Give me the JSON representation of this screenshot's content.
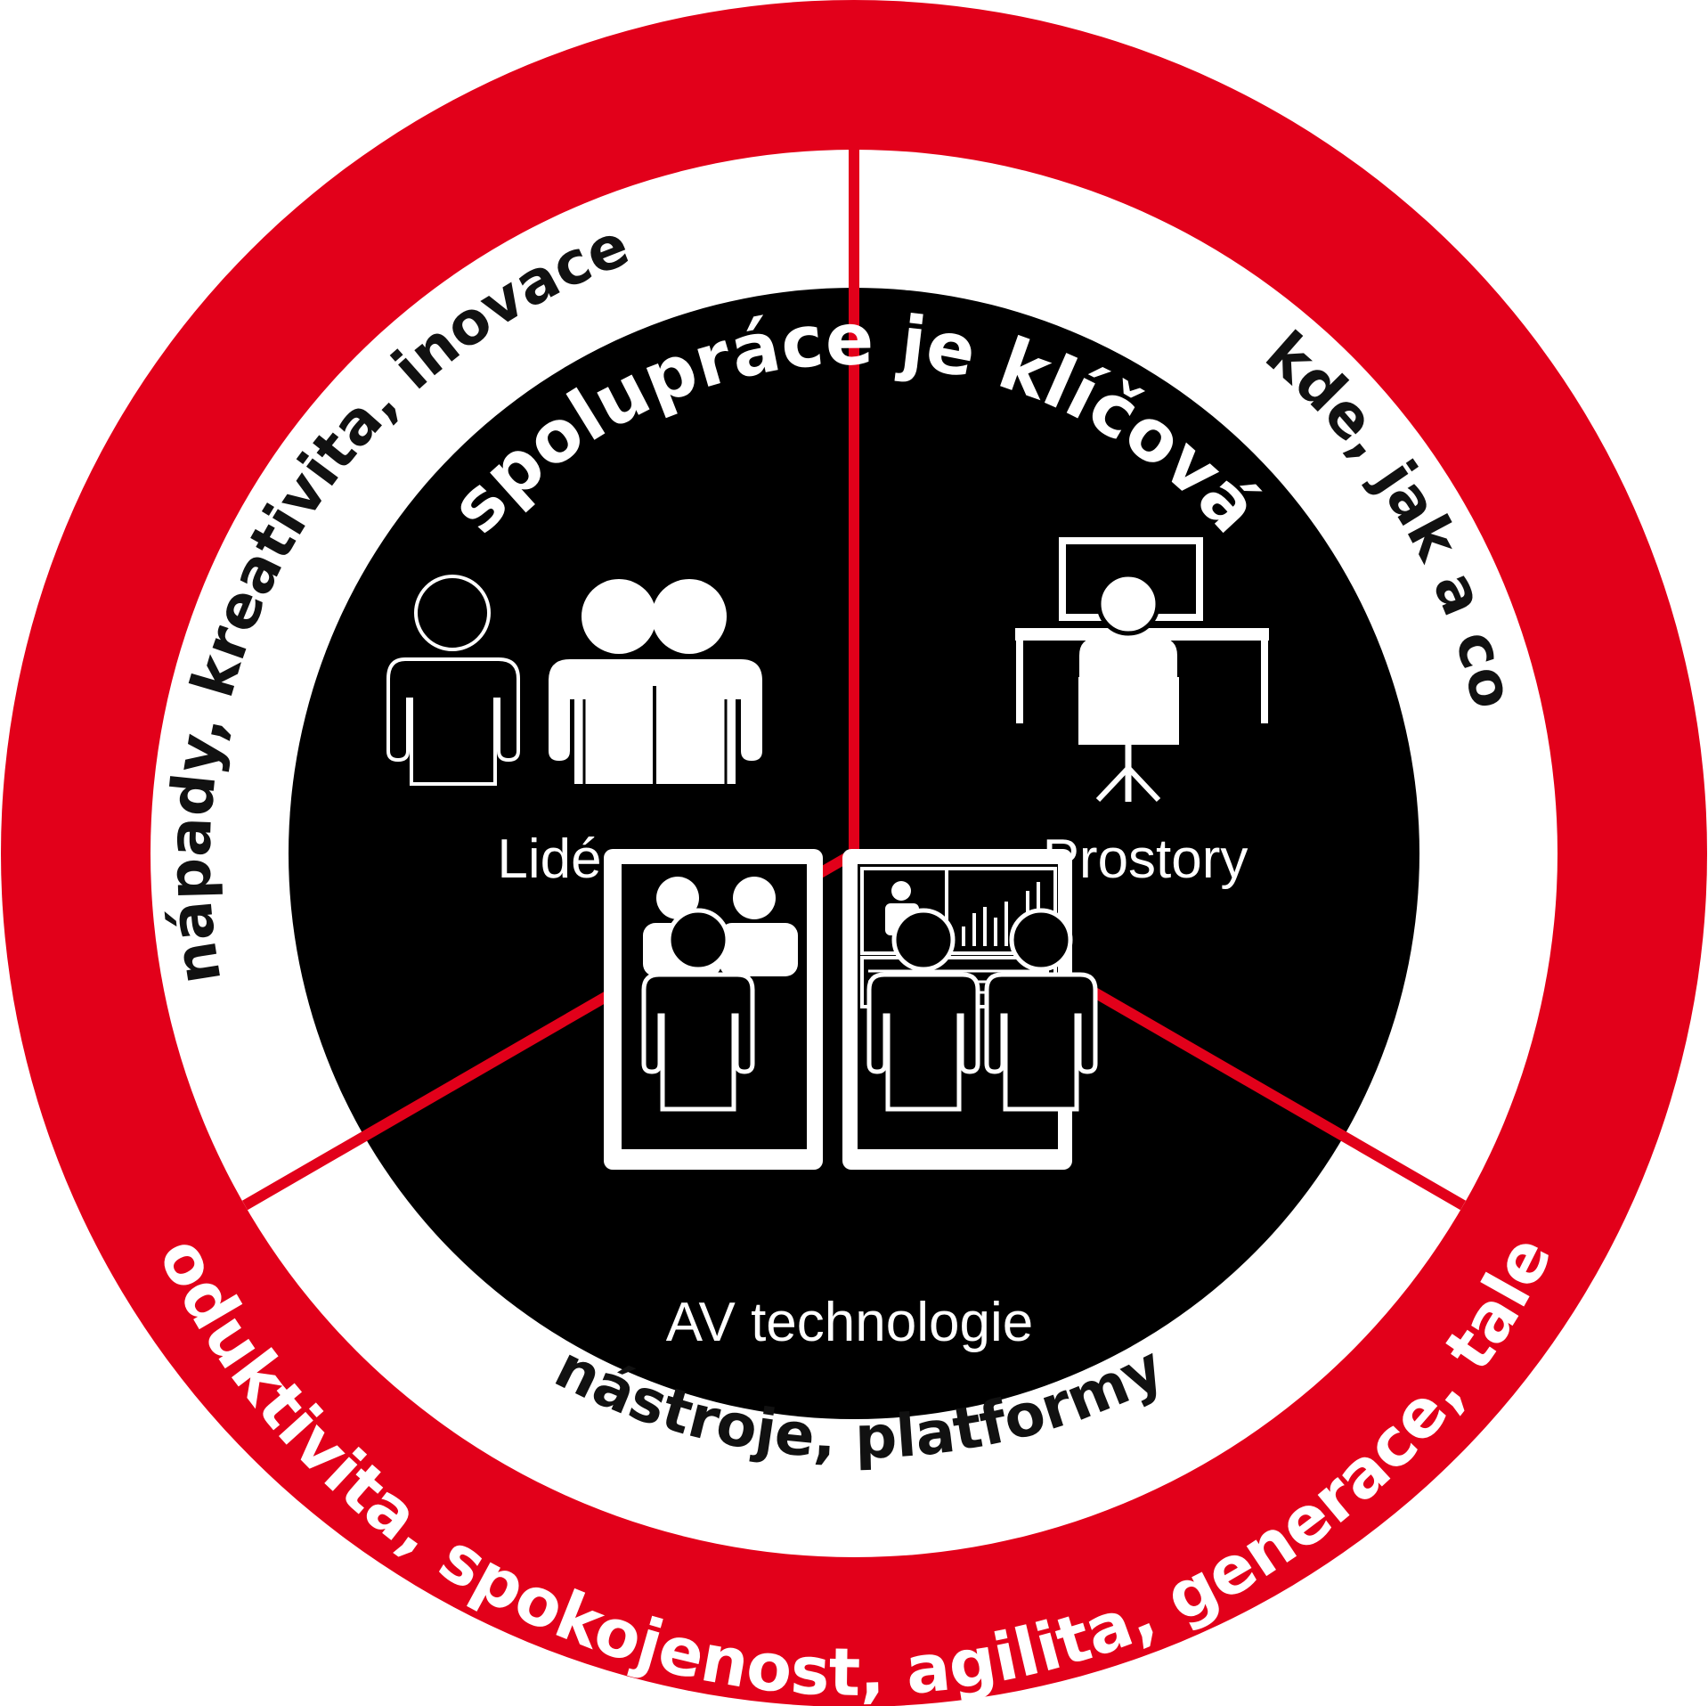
{
  "colors": {
    "ring": "#e2001a",
    "middle": "#ffffff",
    "core": "#000000",
    "divider": "#e2001a",
    "outer_text": "#ffffff",
    "middle_text": "#111111",
    "icon": "#ffffff"
  },
  "outer_ring": {
    "top_text": "spolupráce je klíčová",
    "bottom_text": "produktivita, spokojenost, agilita, generace, talent"
  },
  "middle_ring": {
    "left_text": "nápady, kreativita, inovace",
    "right_text": "kde, jak a co",
    "bottom_text": "nástroje, platformy"
  },
  "segments": [
    {
      "label": "Lidé",
      "icon": "people-icon"
    },
    {
      "label": "Prostory",
      "icon": "workspace-desk-icon"
    },
    {
      "label": "AV technologie",
      "icon": "video-conference-icon"
    }
  ]
}
